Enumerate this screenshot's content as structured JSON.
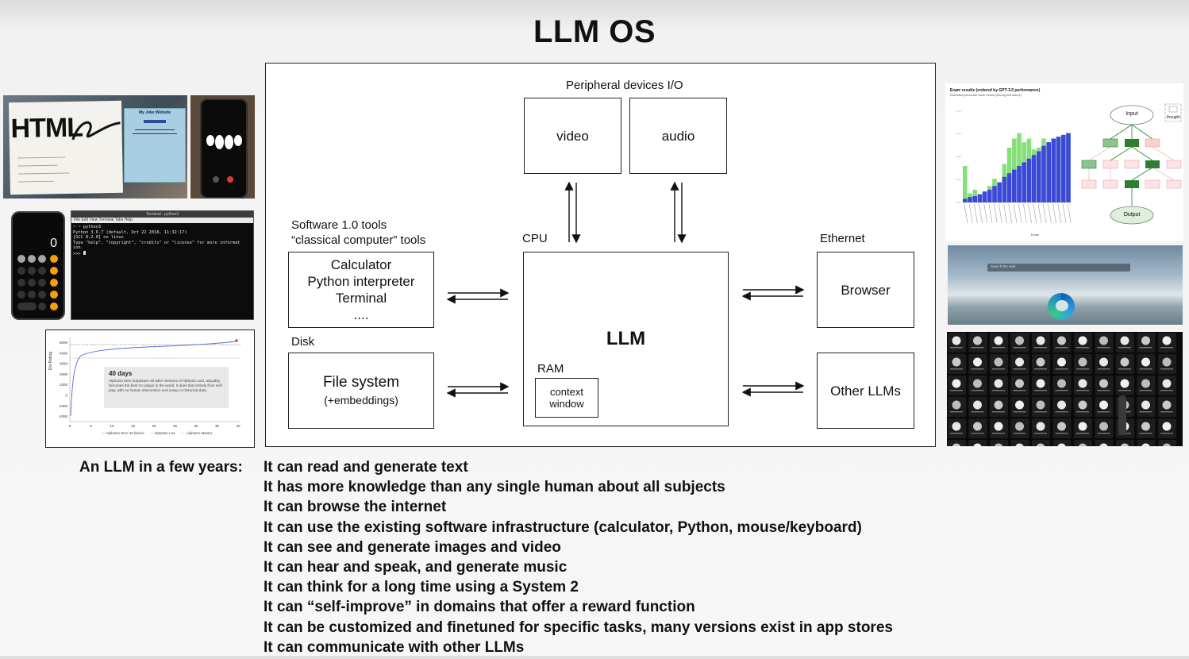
{
  "title": "LLM OS",
  "diagram": {
    "peripheral_label": "Peripheral devices I/O",
    "video": "video",
    "audio": "audio",
    "cpu_label": "CPU",
    "llm": "LLM",
    "ram_label": "RAM",
    "context_window": [
      "context",
      "window"
    ],
    "software_label": [
      "Software 1.0 tools",
      "“classical computer” tools"
    ],
    "tools": [
      "Calculator",
      "Python interpreter",
      "Terminal",
      "...."
    ],
    "disk_label": "Disk",
    "file_system": "File system",
    "embeddings": "(+embeddings)",
    "ethernet_label": "Ethernet",
    "browser": "Browser",
    "other_llms": "Other LLMs"
  },
  "left_images": {
    "notebook_text": "HTML",
    "website_title": "My Joke Website",
    "terminal_title": "Terminal - python3",
    "terminal_menu": "File  Edit  View  Terminal  Tabs  Help",
    "terminal_lines": [
      "~ ~ python3",
      "Python 3.6.7 (default, Oct 22 2018, 11:32:17)",
      "[GCC 8.2.0] on linux",
      "Type \"help\", \"copyright\", \"credits\" or \"license\" for more informat",
      "ion.",
      ">>> "
    ],
    "calc_display": "0",
    "alphago_heading": "40 days",
    "alphago_text": "AlphaGo Zero surpasses all other versions of AlphaGo and, arguably, becomes the best Go player in the world. It does this entirely from self-play, with no human intervention and using no historical data.",
    "alphago_ylabel": "Elo Rating",
    "alphago_yticks": [
      "5000",
      "4000",
      "3000",
      "2000",
      "1000",
      "0",
      "-1000",
      "-2000"
    ],
    "alphago_xticks": [
      "0",
      "5",
      "10",
      "15",
      "20",
      "25",
      "30",
      "35",
      "40"
    ],
    "alphago_legend": [
      "AlphaGo Zero 40 blocks",
      "AlphaGo Lee",
      "AlphaGo Master"
    ]
  },
  "right_images": {
    "exam_title": "Exam results (ordered by GPT-3.5 performance)",
    "exam_subtitle": "Estimated percentile lower bound (among test takers)",
    "exam_xlabel": "Exam",
    "tree_input": "Input",
    "tree_output": "Output",
    "tree_thought": "thought",
    "search_placeholder": "Search the web"
  },
  "capabilities_heading": "An LLM in a few years:",
  "capabilities": [
    "It can read and generate text",
    "It has more knowledge than any single human about all subjects",
    "It can browse the internet",
    "It can use the existing software infrastructure (calculator, Python, mouse/keyboard)",
    "It can see and generate images and video",
    "It can hear and speak, and generate music",
    "It can think for a long time using a System 2",
    "It can “self-improve” in domains that offer a reward function",
    "It can be customized and finetuned for specific tasks, many versions exist in app stores",
    "It can communicate with other LLMs"
  ]
}
